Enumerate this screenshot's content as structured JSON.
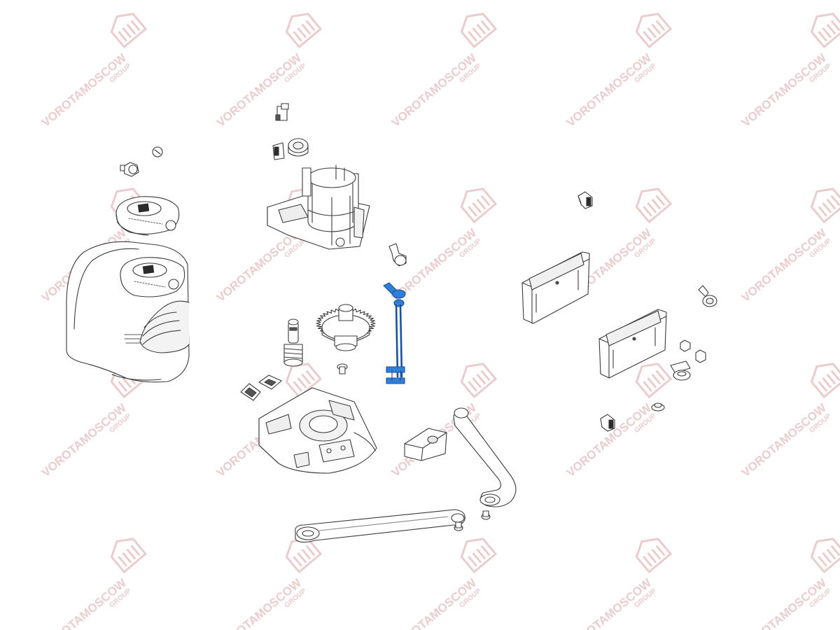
{
  "diagram": {
    "watermark": {
      "brand": "VOROTAMOSCOW",
      "sub": "GROUP"
    },
    "colors": {
      "background": "#ffffff",
      "line": "#3a3a3a",
      "fill": "#ffffff",
      "shade": "#e9e9e9",
      "dark": "#555555",
      "highlight": "#2f7fd6",
      "highlight_dark": "#1d4f9a",
      "watermark": "#d9a3a3"
    },
    "parts": [
      {
        "id": "cover",
        "icon": "housing-cover-icon"
      },
      {
        "id": "cover-cap",
        "icon": "cap-icon"
      },
      {
        "id": "lock-cylinder",
        "icon": "lock-cylinder-icon"
      },
      {
        "id": "small-knob",
        "icon": "knob-icon"
      },
      {
        "id": "terminal-connector",
        "icon": "connector-icon"
      },
      {
        "id": "capacitor-clip",
        "icon": "clip-icon"
      },
      {
        "id": "motor-assembly",
        "icon": "motor-icon"
      },
      {
        "id": "limit-lever",
        "icon": "lever-icon"
      },
      {
        "id": "release-rod",
        "icon": "release-rod-icon",
        "highlighted": true
      },
      {
        "id": "output-gear",
        "icon": "gear-icon"
      },
      {
        "id": "worm-shaft",
        "icon": "worm-shaft-icon"
      },
      {
        "id": "gear-screw",
        "icon": "screw-icon"
      },
      {
        "id": "cable-clip-a",
        "icon": "clip-icon"
      },
      {
        "id": "cable-clip-b",
        "icon": "clip-icon"
      },
      {
        "id": "gearbox-base",
        "icon": "base-icon"
      },
      {
        "id": "stop-block",
        "icon": "block-icon"
      },
      {
        "id": "curved-arm",
        "icon": "arm-icon"
      },
      {
        "id": "straight-arm",
        "icon": "arm-icon"
      },
      {
        "id": "arm-pin-a",
        "icon": "pin-icon"
      },
      {
        "id": "arm-pin-b",
        "icon": "pin-icon"
      },
      {
        "id": "bolt-top",
        "icon": "bolt-icon"
      },
      {
        "id": "bracket-upper",
        "icon": "bracket-icon"
      },
      {
        "id": "bracket-lower",
        "icon": "bracket-icon"
      },
      {
        "id": "wing-bolt",
        "icon": "bolt-icon"
      },
      {
        "id": "nut-a",
        "icon": "nut-icon"
      },
      {
        "id": "nut-b",
        "icon": "nut-icon"
      },
      {
        "id": "spacer",
        "icon": "spacer-icon"
      },
      {
        "id": "washer",
        "icon": "washer-icon"
      },
      {
        "id": "bolt-bottom",
        "icon": "bolt-icon"
      }
    ]
  }
}
